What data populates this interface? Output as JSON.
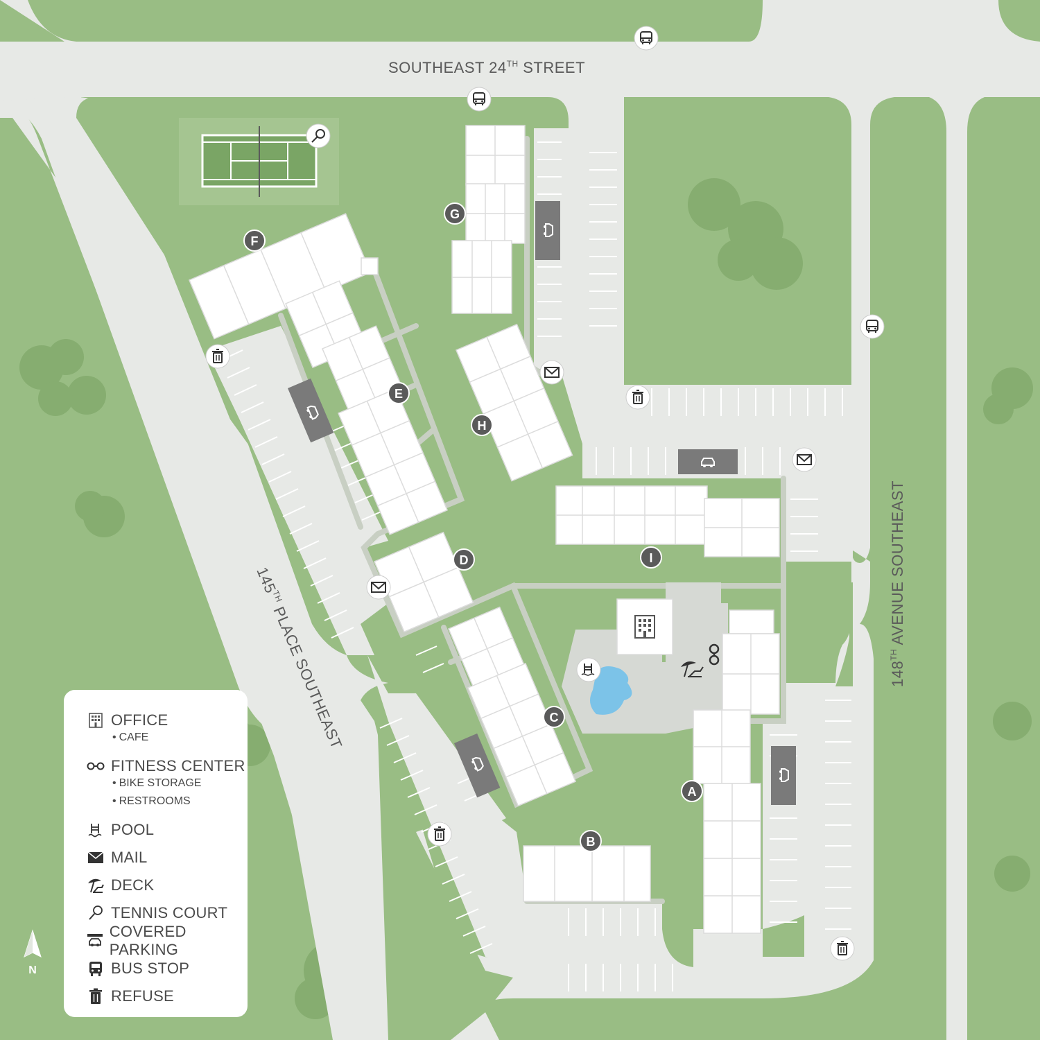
{
  "streets": {
    "top": {
      "name": "SOUTHEAST 24",
      "sup": "TH",
      "suffix": " STREET"
    },
    "right": {
      "name": "148",
      "sup": "TH",
      "suffix": " AVENUE SOUTHEAST"
    },
    "diagonal": {
      "name": "145",
      "sup": "TH",
      "suffix": " PLACE SOUTHEAST"
    }
  },
  "buildings": [
    "A",
    "B",
    "C",
    "D",
    "E",
    "F",
    "G",
    "H",
    "I"
  ],
  "legend": {
    "items": [
      {
        "icon": "office-icon",
        "label": "OFFICE",
        "subs": [
          "CAFE"
        ]
      },
      {
        "icon": "fitness-icon",
        "label": "FITNESS CENTER",
        "subs": [
          "BIKE STORAGE",
          "RESTROOMS"
        ]
      },
      {
        "icon": "pool-icon",
        "label": "POOL",
        "subs": []
      },
      {
        "icon": "mail-icon",
        "label": "MAIL",
        "subs": []
      },
      {
        "icon": "deck-icon",
        "label": "DECK",
        "subs": []
      },
      {
        "icon": "tennis-icon",
        "label": "TENNIS COURT",
        "subs": []
      },
      {
        "icon": "covered-parking-icon",
        "label": "COVERED PARKING",
        "subs": []
      },
      {
        "icon": "bus-icon",
        "label": "BUS STOP",
        "subs": []
      },
      {
        "icon": "refuse-icon",
        "label": "REFUSE",
        "subs": []
      }
    ],
    "bullet": "•"
  },
  "compass": {
    "label": "N"
  },
  "colors": {
    "grass": "#99bd84",
    "road": "#e7e9e6",
    "path": "#c8cfc3",
    "building": "#ffffff",
    "marker": "#5a5a5a",
    "covered_parking": "#7a7a7a",
    "pool": "#7cc3e8",
    "tree": "#86ad70"
  }
}
